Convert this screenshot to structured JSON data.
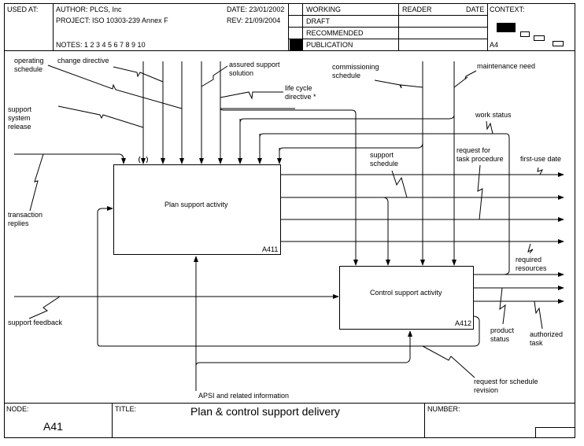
{
  "header": {
    "used_at_label": "USED AT:",
    "author": "AUTHOR:  PLCS, Inc",
    "project": "PROJECT:  ISO 10303-239 Annex F",
    "notes": "NOTES:  1  2  3  4  5  6  7  8  9  10",
    "date": "DATE: 23/01/2002",
    "rev": "REV:   21/09/2004",
    "status_items": [
      {
        "label": "WORKING",
        "checked": false
      },
      {
        "label": "DRAFT",
        "checked": false
      },
      {
        "label": "RECOMMENDED",
        "checked": false
      },
      {
        "label": "PUBLICATION",
        "checked": true
      }
    ],
    "reader_label": "READER",
    "reader_date_label": "DATE",
    "context_label": "CONTEXT:",
    "context_node": "A4"
  },
  "diagram": {
    "boxes": [
      {
        "id": "A411",
        "title": "Plan support activity"
      },
      {
        "id": "A412",
        "title": "Control support activity"
      }
    ],
    "labels": {
      "operating_schedule": [
        "operating",
        "schedule"
      ],
      "change_directive": [
        "change directive"
      ],
      "assured_support_solution": [
        "assured support",
        "solution"
      ],
      "life_cycle_directive": [
        "life cycle",
        "directive *"
      ],
      "commissioning_schedule": [
        "commissioning",
        "schedule"
      ],
      "maintenance_need": [
        "maintenance need"
      ],
      "support_system_release": [
        "support",
        "system",
        "release"
      ],
      "work_status": [
        "work status"
      ],
      "support_schedule": [
        "support",
        "schedule"
      ],
      "request_for_task_procedure": [
        "request for",
        "task procedure"
      ],
      "first_use_date": [
        "first-use date"
      ],
      "transaction_replies": [
        "transaction",
        "replies"
      ],
      "required_resources": [
        "required",
        "resources"
      ],
      "support_feedback": [
        "support feedback"
      ],
      "product_status": [
        "product",
        "status"
      ],
      "authorized_task": [
        "authorized",
        "task"
      ],
      "request_for_schedule_revision": [
        "request for schedule",
        "revision"
      ],
      "apsi": [
        "APSI and related information"
      ]
    }
  },
  "footer": {
    "node_label": "NODE:",
    "node_value": "A41",
    "title_label": "TITLE:",
    "title_value": "Plan & control support delivery",
    "number_label": "NUMBER:"
  }
}
